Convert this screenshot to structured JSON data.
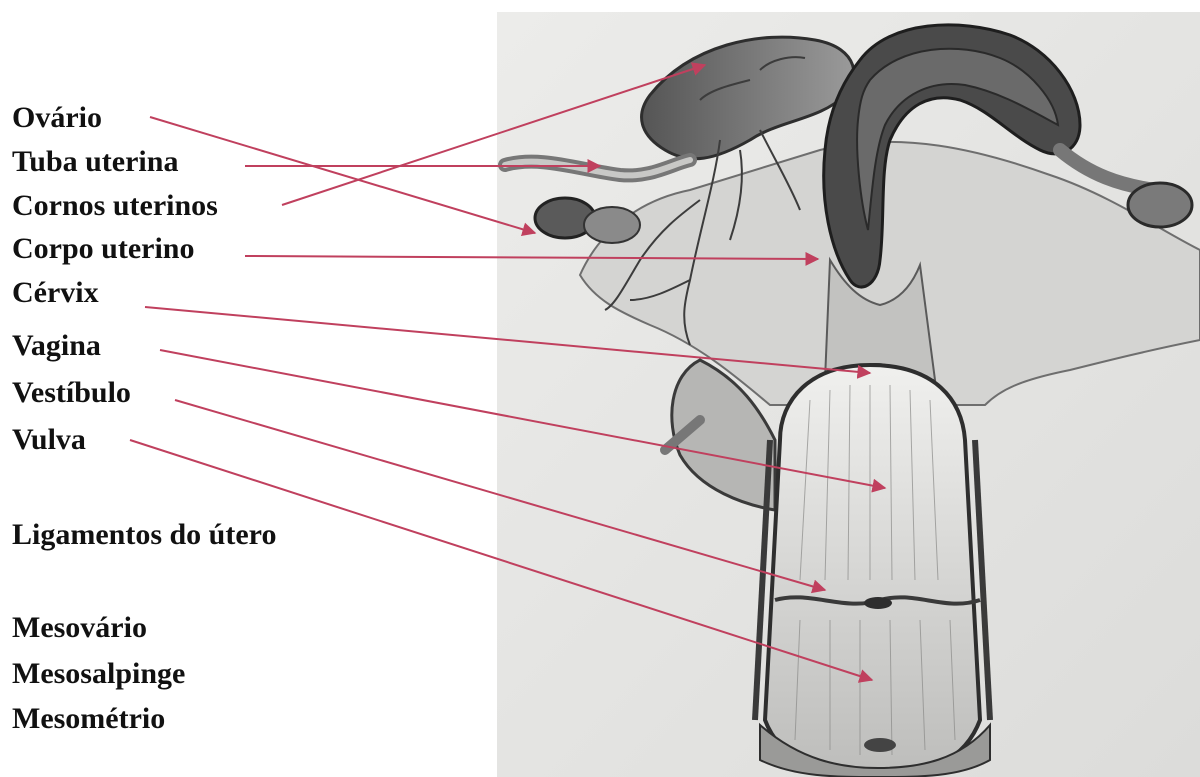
{
  "labels": [
    {
      "id": "ovario",
      "text": "Ovário"
    },
    {
      "id": "tuba",
      "text": "Tuba uterina"
    },
    {
      "id": "cornos",
      "text": "Cornos uterinos"
    },
    {
      "id": "corpo",
      "text": "Corpo uterino"
    },
    {
      "id": "cervix",
      "text": "Cérvix"
    },
    {
      "id": "vagina",
      "text": "Vagina"
    },
    {
      "id": "vestibulo",
      "text": "Vestíbulo"
    },
    {
      "id": "vulva",
      "text": "Vulva"
    },
    {
      "id": "ligamentos",
      "text": "Ligamentos do útero"
    },
    {
      "id": "mesovario",
      "text": "Mesovário"
    },
    {
      "id": "mesosalpinge",
      "text": "Mesosalpinge"
    },
    {
      "id": "mesometrio",
      "text": "Mesométrio"
    }
  ],
  "colors": {
    "arrow": "#c0405e",
    "background": "#ffffff",
    "illustration_bg": "#e6e6e4",
    "tissue_dark": "#3a3a3a",
    "tissue_mid": "#8c8c8c",
    "tissue_light": "#d6d6d4"
  }
}
